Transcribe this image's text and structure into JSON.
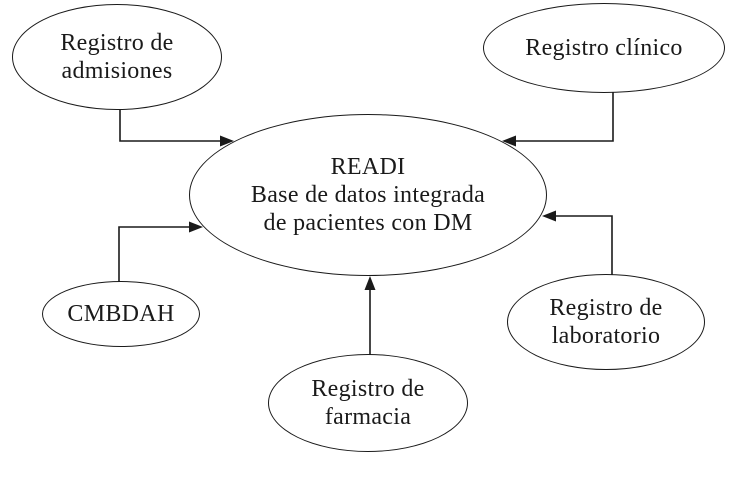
{
  "diagram": {
    "type": "data-flow",
    "colors": {
      "background": "#ffffff",
      "stroke": "#1a1a1a",
      "text": "#1a1a1a",
      "node_fill": "#ffffff"
    },
    "nodes": [
      {
        "id": "registro-admisiones",
        "lines": [
          "Registro de",
          "admisiones"
        ]
      },
      {
        "id": "registro-clinico",
        "lines": [
          "Registro clínico"
        ]
      },
      {
        "id": "readi-central",
        "lines": [
          "READI",
          "Base de datos integrada",
          "de pacientes con DM"
        ]
      },
      {
        "id": "cmbdah",
        "lines": [
          "CMBDAH"
        ]
      },
      {
        "id": "registro-farmacia",
        "lines": [
          "Registro de",
          "farmacia"
        ]
      },
      {
        "id": "registro-laboratorio",
        "lines": [
          "Registro de",
          "laboratorio"
        ]
      }
    ],
    "edges": [
      {
        "from": "registro-admisiones",
        "to": "readi-central"
      },
      {
        "from": "registro-clinico",
        "to": "readi-central"
      },
      {
        "from": "cmbdah",
        "to": "readi-central"
      },
      {
        "from": "registro-laboratorio",
        "to": "readi-central"
      },
      {
        "from": "registro-farmacia",
        "to": "readi-central"
      }
    ]
  }
}
